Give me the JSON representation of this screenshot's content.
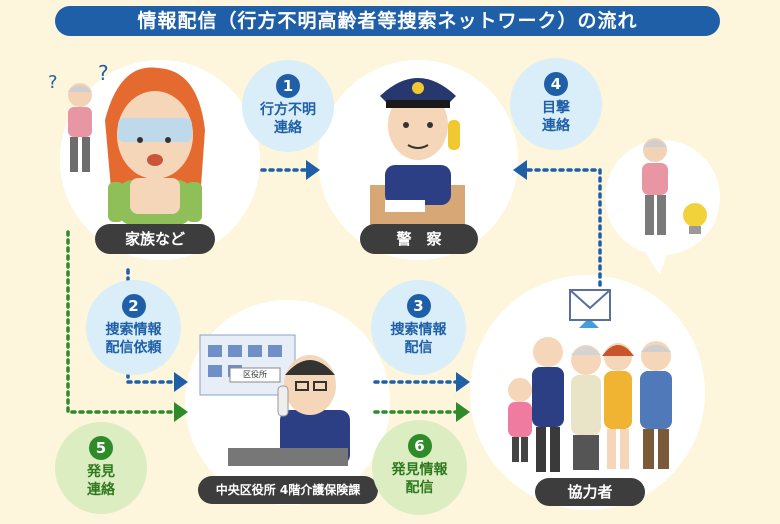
{
  "title": "情報配信（行方不明高齢者等捜索ネットワーク）の流れ",
  "nodes": {
    "family": "家族など",
    "police": "警　察",
    "office": "中央区役所 4階介護保険課",
    "cooperators": "協力者",
    "office_sign": "区役所"
  },
  "steps": [
    {
      "num": "1",
      "line1": "行方不明",
      "line2": "連絡"
    },
    {
      "num": "2",
      "line1": "捜索情報",
      "line2": "配信依頼"
    },
    {
      "num": "3",
      "line1": "捜索情報",
      "line2": "配信"
    },
    {
      "num": "4",
      "line1": "目撃",
      "line2": "連絡"
    },
    {
      "num": "5",
      "line1": "発見",
      "line2": "連絡"
    },
    {
      "num": "6",
      "line1": "発見情報",
      "line2": "配信"
    }
  ],
  "colors": {
    "blue": "#1f5fa8",
    "green": "#2f8a2a",
    "background": "#fdf6dc"
  }
}
